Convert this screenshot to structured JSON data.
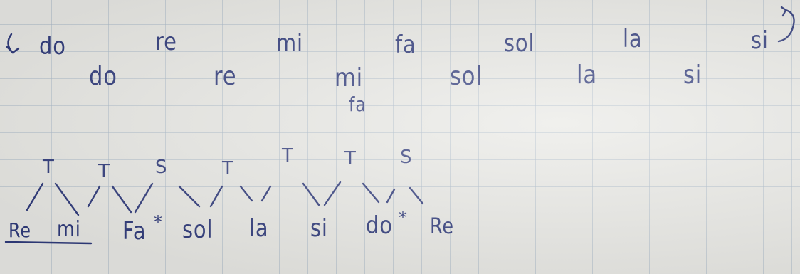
{
  "ascending_scale": [
    "do",
    "re",
    "mi",
    "fa",
    "sol",
    "la",
    "si"
  ],
  "descending_scale": [
    "do",
    "re",
    "mi",
    "fa",
    "sol",
    "la",
    "si"
  ],
  "step_marks": [
    "T",
    "T",
    "S",
    "T",
    "T",
    "T",
    "S"
  ],
  "d_major_scale": [
    "Re",
    "mi",
    "Fa",
    "sol",
    "la",
    "si",
    "do",
    "Re"
  ],
  "sharp_symbol": "*"
}
